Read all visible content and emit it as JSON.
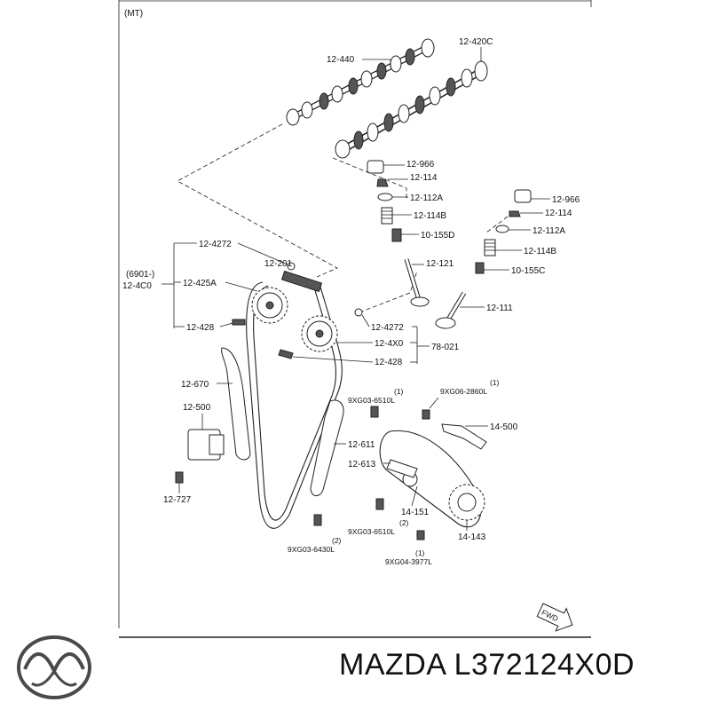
{
  "diagram": {
    "variant": "(MT)",
    "labels": {
      "p12_440": "12-440",
      "p12_420C": "12-420C",
      "p12_966_a": "12-966",
      "p12_114_a": "12-114",
      "p12_112A_a": "12-112A",
      "p12_114B_a": "12-114B",
      "p10_155D": "10-155D",
      "p12_966_b": "12-966",
      "p12_114_b": "12-114",
      "p12_112A_b": "12-112A",
      "p12_114B_b": "12-114B",
      "p10_155C": "10-155C",
      "p12_121": "12-121",
      "p12_111": "12-111",
      "p12_4272_a": "12-4272",
      "p6901": "(6901-)",
      "p12_4C0": "12-4C0",
      "p12_201": "12-201",
      "p12_425A": "12-425A",
      "p12_428_a": "12-428",
      "p12_4272_b": "12-4272",
      "p12_4X0": "12-4X0",
      "p78_021": "78-021",
      "p12_428_b": "12-428",
      "p12_670": "12-670",
      "p12_500": "12-500",
      "p12_727": "12-727",
      "p9XG03_6510L_a": "9XG03-6510L",
      "p9XG03_6510L_a_qty": "(1)",
      "p9XG06_2860L": "9XG06-2860L",
      "p9XG06_2860L_qty": "(1)",
      "p14_500": "14-500",
      "p12_611": "12-611",
      "p12_613": "12-613",
      "p14_151": "14-151",
      "p9XG03_6510L_b": "9XG03-6510L",
      "p9XG03_6510L_b_qty": "(2)",
      "p14_143": "14-143",
      "p9XG03_6430L": "9XG03-6430L",
      "p9XG03_6430L_qty": "(2)",
      "p9XG04_3977L": "9XG04-3977L",
      "p9XG04_3977L_qty": "(1)",
      "fwd": "FWD"
    }
  },
  "brand": {
    "logo_icon": "mazda-logo-icon",
    "part_title": "MAZDA L372124X0D"
  }
}
